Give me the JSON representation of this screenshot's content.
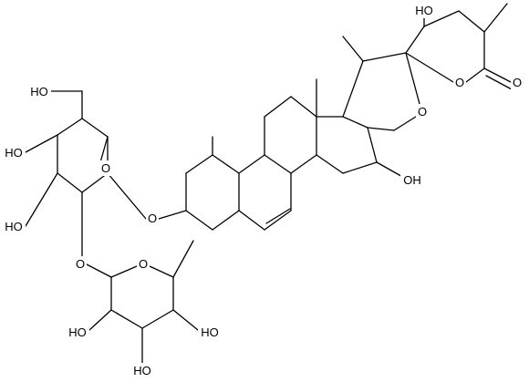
{
  "molecule": {
    "atom_labels": {
      "oh_sugar_ch2oh": "HO",
      "oh_sugar_c4": "HO",
      "oh_sugar_c3": "HO",
      "o_ring_glucose": "O",
      "o_glycosidic_c3": "O",
      "o_glycosidic_rha": "O",
      "o_ring_rhamnose": "O",
      "oh_rha_left": "HO",
      "oh_rha_bottom": "HO",
      "oh_rha_right": "HO",
      "oh_lactone_top": "HO",
      "o_lactone_ring": "O",
      "o_lactone_carbonyl": "O",
      "o_spiro_furan": "O",
      "oh_c15": "OH"
    }
  }
}
